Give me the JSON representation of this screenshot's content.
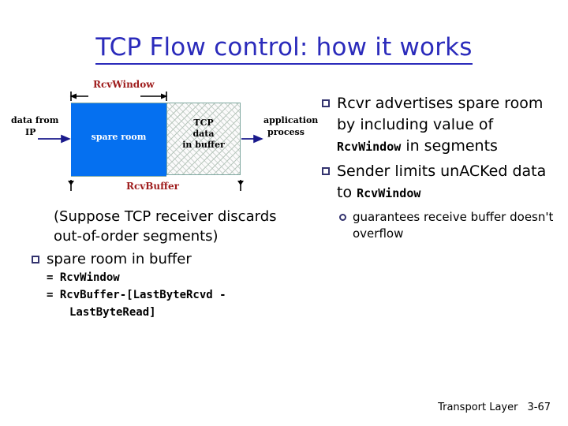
{
  "slide": {
    "title": "TCP Flow control: how it works",
    "title_color": "#2b2bbb"
  },
  "diagram": {
    "top_dimension_label": "RcvWindow",
    "bottom_dimension_label": "RcvBuffer",
    "dimension_label_color": "#9e1b1b",
    "spare_room_label": "spare room",
    "spare_room_color": "#0570f0",
    "buffered_data_line1": "TCP",
    "buffered_data_line2": "data",
    "buffered_data_line3": "in buffer",
    "left_arrow_line1": "data from",
    "left_arrow_line2": "IP",
    "right_arrow_line1": "application",
    "right_arrow_line2": "process",
    "arrow_color": "#333399"
  },
  "left_column": {
    "note": "(Suppose TCP receiver discards out-of-order segments)",
    "bullet": "spare room in buffer",
    "equation_1": "= RcvWindow",
    "equation_2_head": "= RcvBuffer-[LastByteRcvd -",
    "equation_2_cont": "LastByteRead]"
  },
  "right_column": {
    "bullet_1_part1": "Rcvr advertises spare room by including value of ",
    "bullet_1_mono": "RcvWindow",
    "bullet_1_part2": " in segments",
    "bullet_2_part1": "Sender limits unACKed data to ",
    "bullet_2_mono": "RcvWindow",
    "sub_bullet_1": "guarantees receive buffer doesn't overflow",
    "bullet_marker_color": "#33336e"
  },
  "footer": {
    "label": "Transport Layer",
    "page": "3-67"
  }
}
